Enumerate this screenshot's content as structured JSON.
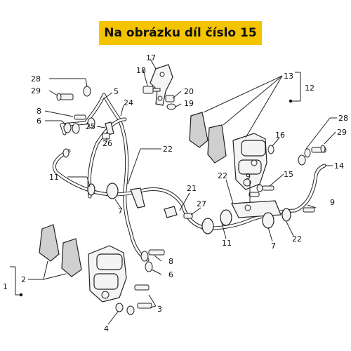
{
  "banner": {
    "title": "Na obrázku díl číslo 15",
    "color": "#f5c400"
  },
  "callouts": [
    "28",
    "29",
    "8",
    "6",
    "5",
    "24",
    "25",
    "26",
    "17",
    "18",
    "20",
    "19",
    "13",
    "12",
    "22",
    "16",
    "28",
    "29",
    "14",
    "11",
    "7",
    "21",
    "27",
    "22",
    "9",
    "15",
    "9",
    "11",
    "7",
    "22",
    "2",
    "1",
    "8",
    "6",
    "3",
    "4"
  ],
  "icons": [
    "brake-caliper",
    "brake-pad",
    "brake-hose",
    "banjo-bolt",
    "sealing-washer",
    "bracket",
    "hose-clamp"
  ]
}
